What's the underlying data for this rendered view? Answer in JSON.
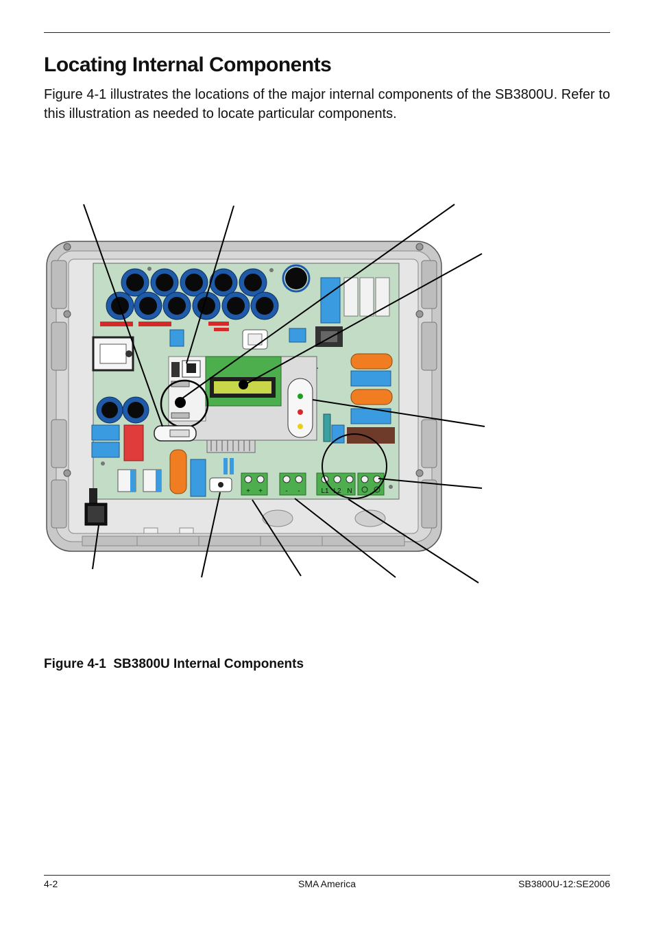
{
  "page": {
    "heading": "Locating Internal Components",
    "intro": "Figure 4-1 illustrates the locations of the major internal components of the SB3800U. Refer to this illustration as needed to locate particular components."
  },
  "figure": {
    "caption": "Figure 4-1  SB3800U Internal Components",
    "terminal_labels": {
      "dc_plus_1": "+",
      "dc_plus_2": "+",
      "dc_minus_1": "-",
      "dc_minus_2": "-",
      "ac_l1": "L1",
      "ac_l2": "L2",
      "ac_n": "N"
    }
  },
  "footer": {
    "page_number": "4-2",
    "company": "SMA America",
    "doc_id": "SB3800U-12:SE2006"
  }
}
